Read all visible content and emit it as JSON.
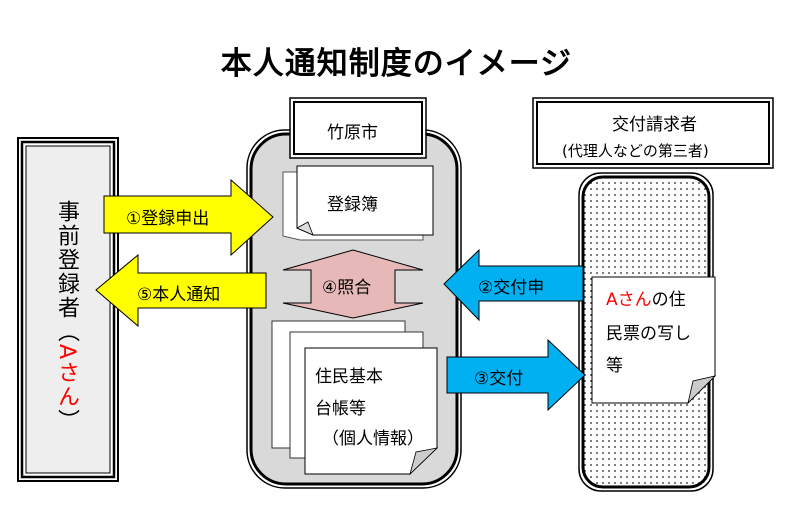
{
  "title": "本人通知制度のイメージ",
  "colors": {
    "yellow_arrow": "#ffff00",
    "blue_arrow": "#00b0f0",
    "pink_arrow": "#e6b8b7",
    "container_gray": "#d9d9d9",
    "box_light_gray": "#eeeeee",
    "highlight_red": "#ff0000"
  },
  "pre_registrant": {
    "text_black": "事前登録者",
    "paren_open": "（",
    "name_red": "Aさん",
    "paren_close": "）"
  },
  "city": {
    "label": "竹原市",
    "registry": "登録簿",
    "resident_docs": [
      "住民基本",
      "台帳等",
      "（個人情報）"
    ]
  },
  "requester": {
    "label_line1": "交付請求者",
    "label_line2": "(代理人などの第三者)",
    "doc_red": "Aさん",
    "doc_rest1": "の住",
    "doc_line2": "民票の写し",
    "doc_line3": "等"
  },
  "arrows": {
    "a1": "①登録申出",
    "a2": "②交付申",
    "a3": "③交付",
    "a4": "④照合",
    "a5": "⑤本人通知"
  }
}
